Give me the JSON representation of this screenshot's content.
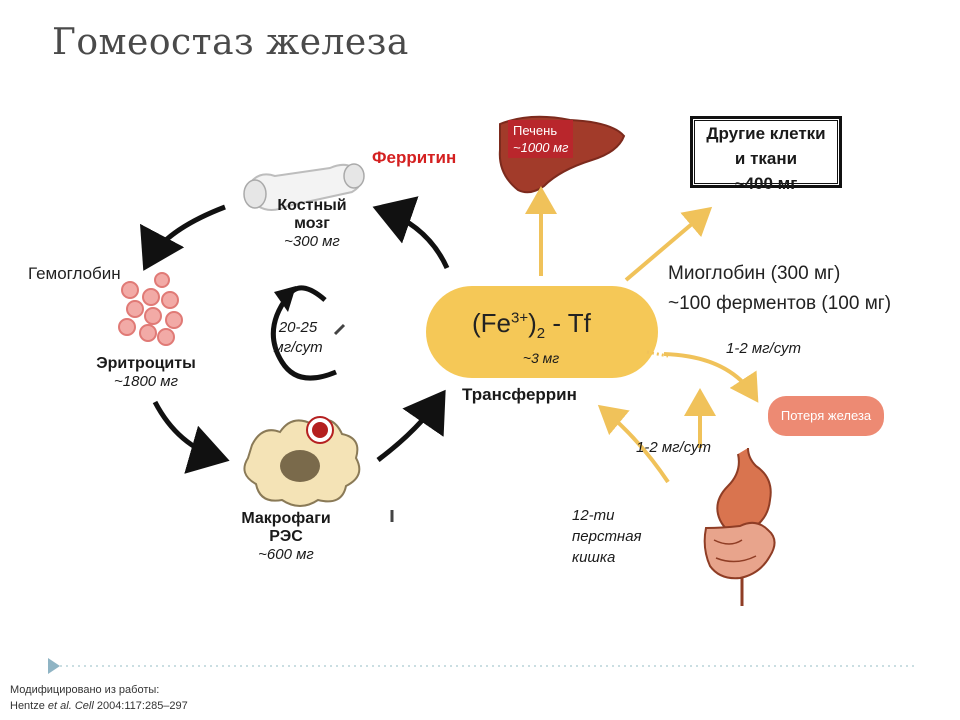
{
  "title": "Гомеостаз железа",
  "ferritin": "Ферритин",
  "bone_marrow": {
    "name_line1": "Костный",
    "name_line2": "мозг",
    "amount": "~300 мг"
  },
  "hemoglobin": "Гемоглобин",
  "erythrocytes": {
    "name": "Эритроциты",
    "amount": "~1800 мг"
  },
  "cycle_rate": {
    "line1": "20-25",
    "line2": "мг/сут"
  },
  "macrophages": {
    "line1": "Макрофаги",
    "line2": "РЭС",
    "amount": "~600 мг"
  },
  "liver": {
    "name": "Печень",
    "amount": "~1000 мг"
  },
  "other_cells": {
    "line1": "Другие клетки",
    "line2": "и ткани",
    "line3": "~400 мг"
  },
  "myoglobin": {
    "line1": "Миоглобин (300 мг)",
    "line2": "~100 ферментов (100 мг)"
  },
  "transferrin": {
    "formula_part1": "(Fe",
    "superscript": "3+",
    "formula_part2": ")",
    "subscript": "2",
    "formula_part3": " - Tf",
    "amount": "~3  мг",
    "name": "Трансферрин"
  },
  "loss": {
    "rate": "1-2 мг/сут",
    "label": "Потеря железа"
  },
  "absorption_rate": "1-2 мг/сут",
  "duodenum": {
    "line1": "12-ти",
    "line2": "перстная",
    "line3": "кишка"
  },
  "footnote": {
    "line1": "Модифицировано  из работы:",
    "line2_a": "Hentze ",
    "line2_b": "et al. Cell",
    "line2_c": " 2004:117:285–297"
  },
  "colors": {
    "transferrin_fill": "#f5c857",
    "arrow_gold": "#f0c25a",
    "loss_fill": "#ed8a73",
    "liver_fill": "#a23b2a",
    "ferritin_red": "#d42020"
  }
}
